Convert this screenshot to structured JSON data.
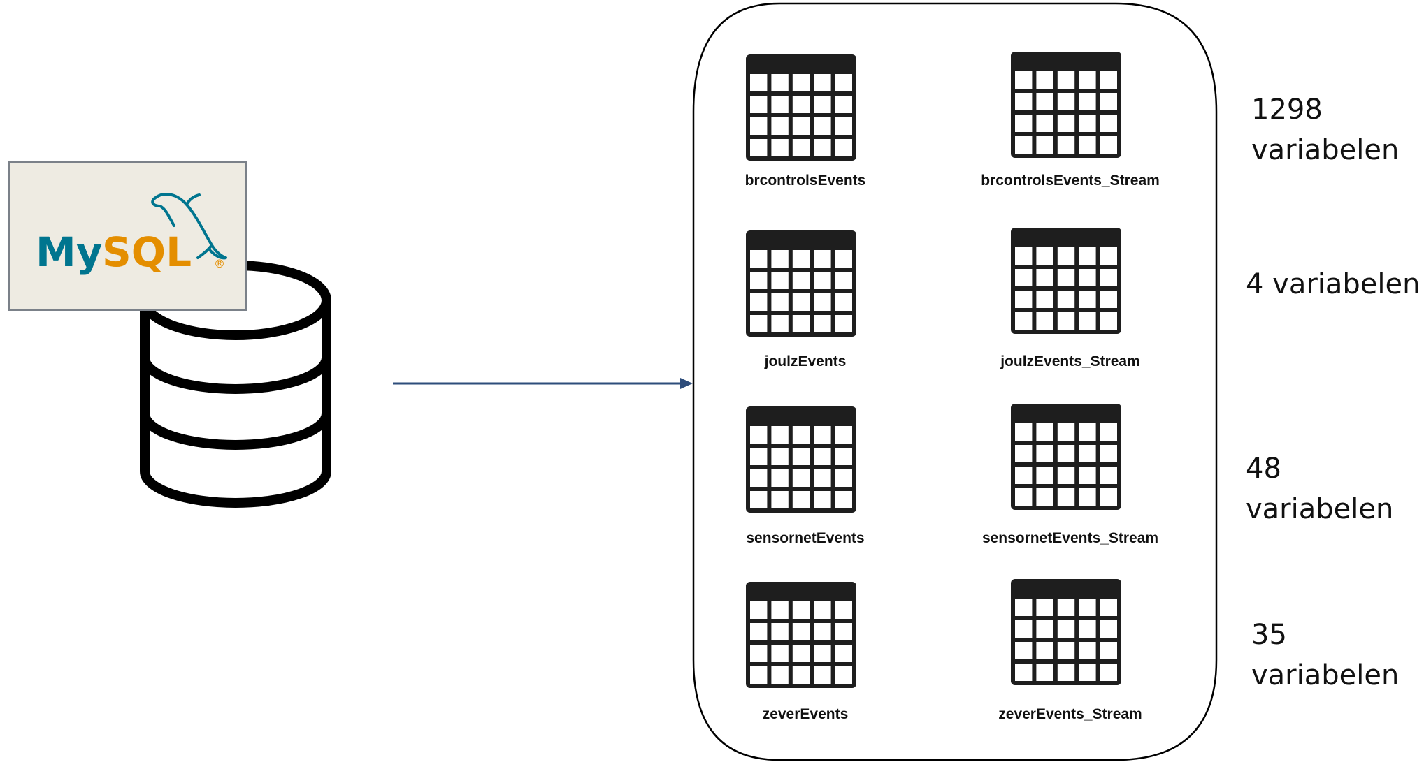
{
  "logo": {
    "text_my": "My",
    "text_sql": "SQL",
    "registered_mark": "®",
    "colors": {
      "my": "#00758f",
      "sql": "#e48e00",
      "dolphin": "#00758f"
    }
  },
  "tables": [
    {
      "name": "brcontrolsEvents"
    },
    {
      "name": "brcontrolsEvents_Stream"
    },
    {
      "name": "joulzEvents"
    },
    {
      "name": "joulzEvents_Stream"
    },
    {
      "name": "sensornetEvents"
    },
    {
      "name": "sensornetEvents_Stream"
    },
    {
      "name": "zeverEvents"
    },
    {
      "name": "zeverEvents_Stream"
    }
  ],
  "variable_counts": [
    {
      "line1": "1298",
      "line2": "variabelen"
    },
    {
      "line1": "4 variabelen",
      "line2": ""
    },
    {
      "line1": "48",
      "line2": "variabelen"
    },
    {
      "line1": "35",
      "line2": "variabelen"
    }
  ],
  "colors": {
    "arrow": "#2e4d7b",
    "icon": "#1e1e1e",
    "outline": "#000000"
  }
}
